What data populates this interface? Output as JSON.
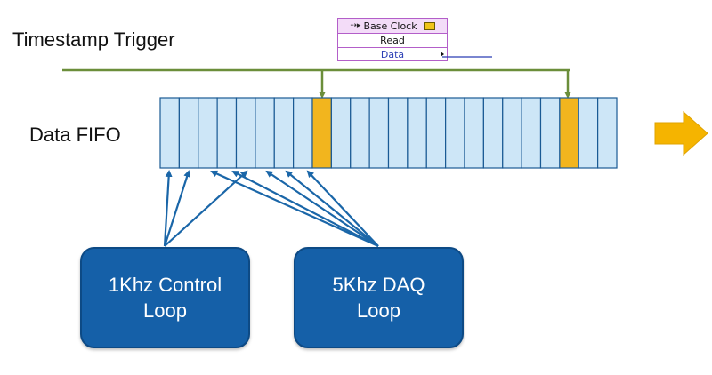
{
  "labels": {
    "trigger": "Timestamp Trigger",
    "fifo": "Data FIFO"
  },
  "clock_node": {
    "title": "Base Clock",
    "rows": [
      "Read",
      "Data"
    ]
  },
  "loops": [
    {
      "id": "1k",
      "line1": "1Khz Control",
      "line2": "Loop"
    },
    {
      "id": "5k",
      "line1": "5Khz DAQ",
      "line2": "Loop"
    }
  ],
  "fifo": {
    "slot_count": 24,
    "marked_slots": [
      8,
      21
    ],
    "colors": {
      "cell": "#cde6f7",
      "border": "#1a5a94",
      "marked": "#f2b51e"
    }
  },
  "colors": {
    "trigger_line": "#6b8e3a",
    "loop_fill": "#1560a8",
    "arrow": "#1a66a8",
    "output_arrow": "#f5b400"
  }
}
